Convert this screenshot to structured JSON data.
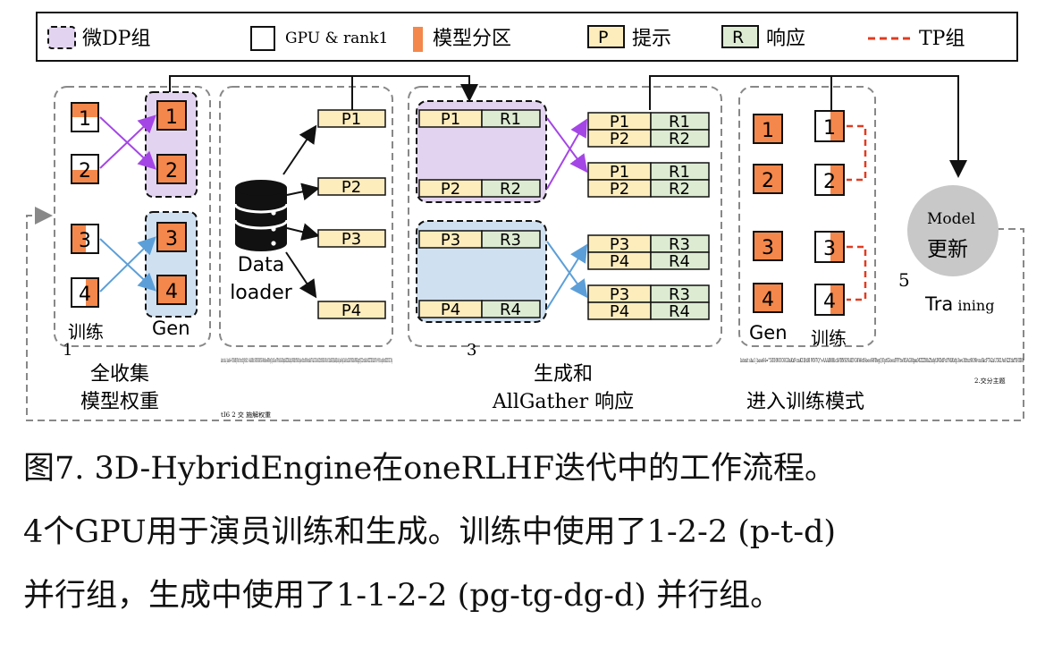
{
  "legend": {
    "micro_dp": "微DP组",
    "gpu_rank": "GPU & rank1",
    "model_partition": "模型分区",
    "prompt_box": "P",
    "prompt": "提示",
    "response_box": "R",
    "response": "响应",
    "tp_group": "TP组"
  },
  "stage1": {
    "train_ranks": [
      "1",
      "2",
      "3",
      "4"
    ],
    "gen_ranks": [
      "1",
      "2",
      "3",
      "4"
    ],
    "train_label": "训练",
    "gen_label": "Gen",
    "step": "1",
    "title_line1": "全收集",
    "title_line2": "模型权重"
  },
  "stage2": {
    "loader_line1": "Data",
    "loader_line2": "loader",
    "prompts": [
      "P1",
      "P2",
      "P3",
      "P4"
    ],
    "garbled_text": "latexit sha1_base64=\"HU/h6f8jUWxcYttrcv5fjpPc6Ez1\">AAAB8Hc bVBNSINAEN34WetHooo6WBvgQUptGIoouFFYtwXSAG8lpmMZZZ8hZhdyLWDdFxYMiXvfp3we3fitxc9lO9ivmSkcFT42aU5X1AvH2ZtlsfYHIBA Nk FxCEzkK6CQlKaBQlAnUjmSoHgCIaScSxcZKA1PBGhSAPOKRqgfrSjT2ZzvxSdcRuMfZ2TDECkbfUPo P+Bf/c1eprBorrBZiIf1UZC3Ng",
    "garbled_tail": "tI6 2 交 施解权重"
  },
  "stage3": {
    "left_pairs": [
      {
        "p": "P1",
        "r": "R1"
      },
      {
        "p": "P2",
        "r": "R2"
      },
      {
        "p": "P3",
        "r": "R3"
      },
      {
        "p": "P4",
        "r": "R4"
      }
    ],
    "right_pairs": [
      {
        "p": "P1",
        "r": "R1"
      },
      {
        "p": "P2",
        "r": "R2"
      },
      {
        "p": "P1",
        "r": "R1"
      },
      {
        "p": "P2",
        "r": "R2"
      },
      {
        "p": "P3",
        "r": "R3"
      },
      {
        "p": "P4",
        "r": "R4"
      },
      {
        "p": "P3",
        "r": "R3"
      },
      {
        "p": "P4",
        "r": "R4"
      }
    ],
    "step": "3",
    "title_line1": "生成和",
    "title_line2": "AllGather 响应"
  },
  "stage4": {
    "gen_ranks": [
      "1",
      "2",
      "3",
      "4"
    ],
    "train_ranks": [
      "1",
      "2",
      "3",
      "4"
    ],
    "gen_label": "Gen",
    "train_label": "训练",
    "garbled_text": "latexit sha1_base64=\"5IUHMUC6GDaKxFcmK1B/dH WN7Q\">AAAB8HicbVBNSINAEN34WetHooo6WBvgQUptGIoouFFYtwXSAG8lpmMZZZ8hZhdyLWDdFxYMiXvfp3we3fitxc9lO9ivmSkcFT42aU5X1AvH2ZtlsfYHIBA",
    "garbled_tail": "2.交分主题",
    "title": "进入训练模式"
  },
  "stage5": {
    "circle_line1": "Model",
    "circle_line2": "更新",
    "step": "5",
    "training_big": "Tra",
    "training_small": "ining"
  },
  "caption": {
    "line1": "图7. 3D-HybridEngine在oneRLHF迭代中的工作流程。",
    "line2": "4个GPU用于演员训练和生成。训练中使用了1-2-2 (p-t-d)",
    "line3": "并行组，生成中使用了1-1-2-2 (pg-tg-dg-d) 并行组。"
  },
  "colors": {
    "orange": "#F4874B",
    "purple_fill": "#E2D4F0",
    "blue_fill": "#CFE0F1",
    "prompt_fill": "#FDEDBD",
    "response_fill": "#DCEBD2",
    "purple_arrow": "#A446E6",
    "blue_arrow": "#5C9FD8",
    "tp_red": "#E03C21",
    "dashed_gray": "#888888",
    "circle_gray": "#C8C8C8"
  }
}
